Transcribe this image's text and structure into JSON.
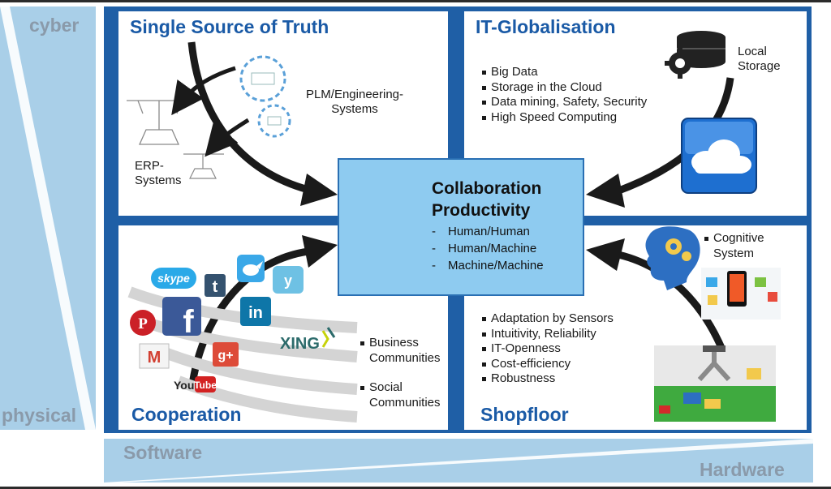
{
  "axis": {
    "cyber": "cyber",
    "physical": "physical",
    "software": "Software",
    "hardware": "Hardware"
  },
  "panels": {
    "single_source": {
      "title": "Single Source of Truth",
      "plm_line1": "PLM/Engineering-",
      "plm_line2": "Systems",
      "erp_line1": "ERP-",
      "erp_line2": "Systems"
    },
    "it_globalisation": {
      "title": "IT-Globalisation",
      "items": [
        "Big Data",
        "Storage in the Cloud",
        "Data mining, Safety, Security",
        "High Speed Computing"
      ],
      "local_line1": "Local",
      "local_line2": "Storage"
    },
    "cooperation": {
      "title": "Cooperation",
      "business": [
        "Business",
        "Communities"
      ],
      "social": [
        "Social",
        "Communities"
      ],
      "logos": {
        "skype": "skype",
        "tumblr": "t",
        "facebook": "f",
        "linkedin": "in",
        "xing": "XING",
        "youtube_you": "You",
        "youtube_tube": "Tube",
        "gplus": "g+",
        "gmail": "M",
        "pinterest": "P"
      }
    },
    "shopfloor": {
      "title": "Shopfloor",
      "cognitive": [
        "Cognitive",
        "System"
      ],
      "items": [
        "Adaptation by Sensors",
        "Intuitivity, Reliability",
        "IT-Openness",
        "Cost-efficiency",
        "Robustness"
      ]
    }
  },
  "center": {
    "title_line1": "Collaboration",
    "title_line2": "Productivity",
    "items": [
      "Human/Human",
      "Human/Machine",
      "Machine/Machine"
    ]
  },
  "colors": {
    "frame_blue": "#1f5fa6",
    "title_blue": "#1a5aa6",
    "light_blue": "#a9cfe8",
    "center_fill": "#8ecbf0",
    "arrow": "#1a1a1a"
  }
}
